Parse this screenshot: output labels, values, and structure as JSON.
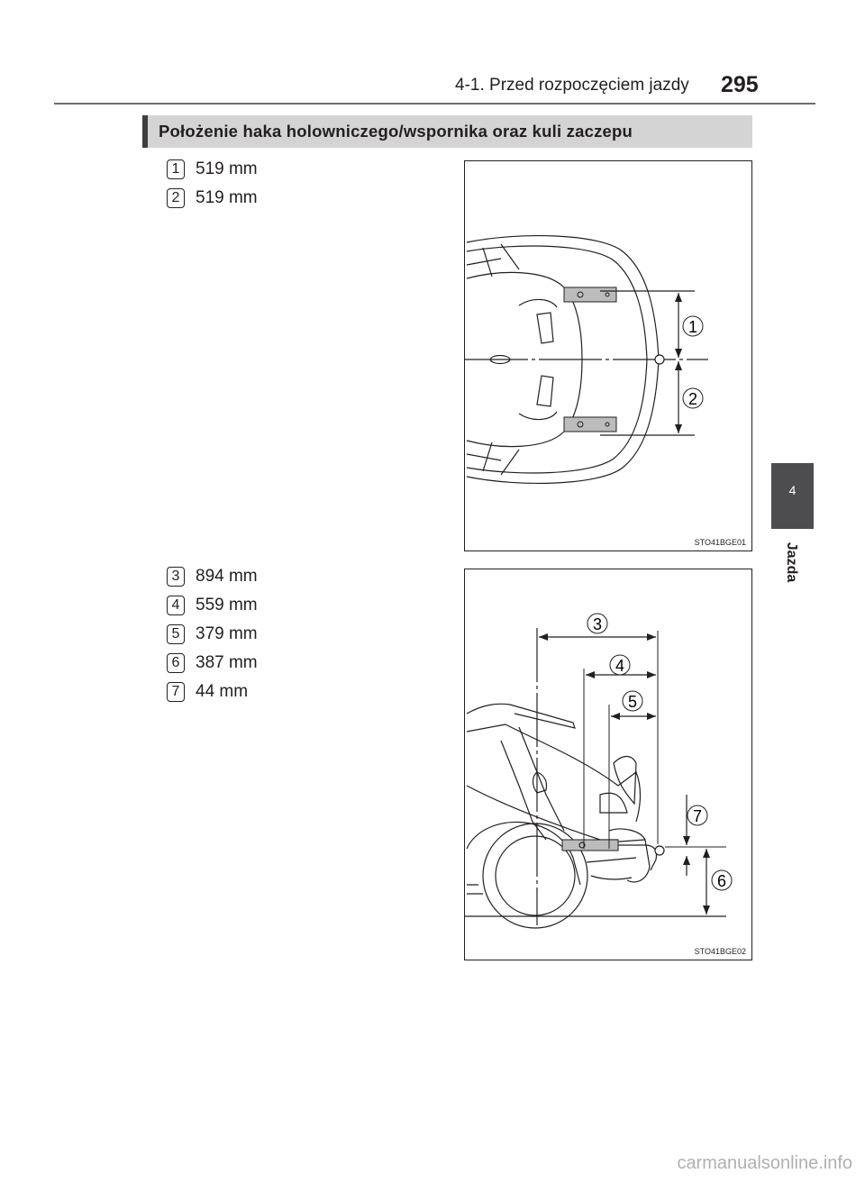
{
  "header": {
    "section": "4-1. Przed rozpoczęciem jazdy",
    "page_number": "295"
  },
  "section_title": "Położenie haka holowniczego/wspornika oraz kuli zaczepu",
  "group1": [
    {
      "num": "1",
      "value": "519 mm"
    },
    {
      "num": "2",
      "value": "519 mm"
    }
  ],
  "group2": [
    {
      "num": "3",
      "value": "894 mm"
    },
    {
      "num": "4",
      "value": "559 mm"
    },
    {
      "num": "5",
      "value": "379 mm"
    },
    {
      "num": "6",
      "value": "387 mm"
    },
    {
      "num": "7",
      "value": "44 mm"
    }
  ],
  "figure1": {
    "code": "STO41BGE01",
    "callouts": [
      "1",
      "2"
    ]
  },
  "figure2": {
    "code": "STO41BGE02",
    "callouts": [
      "3",
      "4",
      "5",
      "6",
      "7"
    ]
  },
  "side_tab": {
    "number": "4",
    "label": "Jazda"
  },
  "footer": "carmanualsonline.info"
}
